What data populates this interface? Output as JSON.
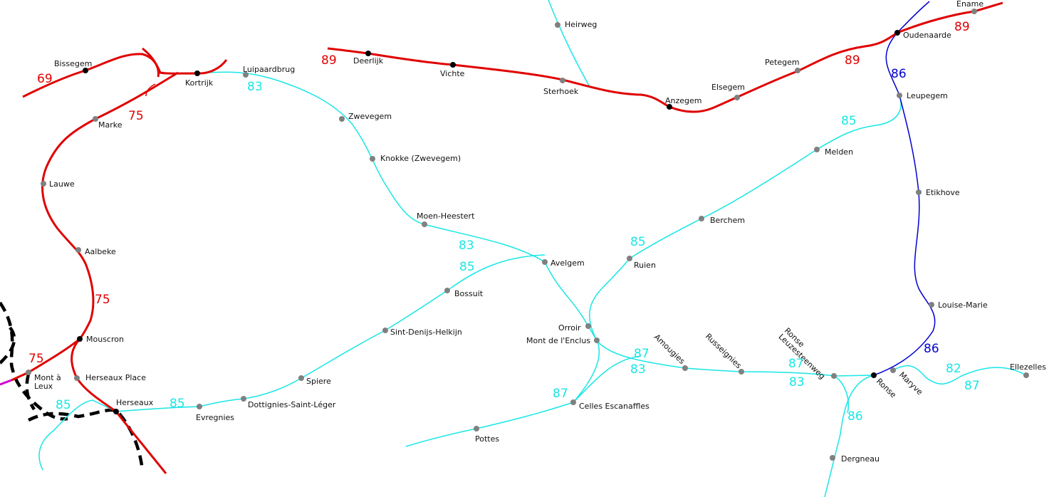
{
  "colors": {
    "red": "#e00000",
    "cyan": "#19e6e6",
    "blue": "#0000d0",
    "black": "#000000",
    "magenta": "#d000d0",
    "station_minor": "#808080",
    "station_major": "#000000"
  },
  "stations": [
    {
      "id": "bissegem",
      "name": "Bissegem"
    },
    {
      "id": "kortrijk",
      "name": "Kortrijk"
    },
    {
      "id": "luipaardbrug",
      "name": "Luipaardbrug"
    },
    {
      "id": "marke",
      "name": "Marke"
    },
    {
      "id": "lauwe",
      "name": "Lauwe"
    },
    {
      "id": "aalbeke",
      "name": "Aalbeke"
    },
    {
      "id": "mouscron",
      "name": "Mouscron"
    },
    {
      "id": "mont-a-leux",
      "name": "Mont à\nLeux"
    },
    {
      "id": "herseaux-place",
      "name": "Herseaux Place"
    },
    {
      "id": "herseaux",
      "name": "Herseaux"
    },
    {
      "id": "evregnies",
      "name": "Evregnies"
    },
    {
      "id": "dottignies",
      "name": "Dottignies-Saint-Léger"
    },
    {
      "id": "spiere",
      "name": "Spiere"
    },
    {
      "id": "sint-denijs",
      "name": "Sint-Denijs-Helkijn"
    },
    {
      "id": "bossuit",
      "name": "Bossuit"
    },
    {
      "id": "zwevegem",
      "name": "Zwevegem"
    },
    {
      "id": "knokke",
      "name": "Knokke (Zwevegem)"
    },
    {
      "id": "moen",
      "name": "Moen-Heestert"
    },
    {
      "id": "avelgem",
      "name": "Avelgem"
    },
    {
      "id": "orroir",
      "name": "Orroir"
    },
    {
      "id": "mont-enclus",
      "name": "Mont de l'Enclus"
    },
    {
      "id": "celles",
      "name": "Celles Escanaffles"
    },
    {
      "id": "pottes",
      "name": "Pottes"
    },
    {
      "id": "amougies",
      "name": "Amougies"
    },
    {
      "id": "russeignies",
      "name": "Russeignies"
    },
    {
      "id": "leuzesteenweg",
      "name": "Ronse\nLeuzesteenweg"
    },
    {
      "id": "ronse",
      "name": "Ronse"
    },
    {
      "id": "maryve",
      "name": "Maryve"
    },
    {
      "id": "ellezelles",
      "name": "Ellezelles"
    },
    {
      "id": "dergneau",
      "name": "Dergneau"
    },
    {
      "id": "ruien",
      "name": "Ruien"
    },
    {
      "id": "berchem",
      "name": "Berchem"
    },
    {
      "id": "melden",
      "name": "Melden"
    },
    {
      "id": "leupegem",
      "name": "Leupegem"
    },
    {
      "id": "etikhove",
      "name": "Etikhove"
    },
    {
      "id": "louise-marie",
      "name": "Louise-Marie"
    },
    {
      "id": "oudenaarde",
      "name": "Oudenaarde"
    },
    {
      "id": "ename",
      "name": "Ename"
    },
    {
      "id": "petegem",
      "name": "Petegem"
    },
    {
      "id": "elsegem",
      "name": "Elsegem"
    },
    {
      "id": "anzegem",
      "name": "Anzegem"
    },
    {
      "id": "sterhoek",
      "name": "Sterhoek"
    },
    {
      "id": "heirweg",
      "name": "Heirweg"
    },
    {
      "id": "vichte",
      "name": "Vichte"
    },
    {
      "id": "deerlijk",
      "name": "Deerlijk"
    }
  ],
  "line_labels": [
    {
      "id": "l69",
      "text": "69",
      "color": "#e00000"
    },
    {
      "id": "l75a",
      "text": "75",
      "color": "#e00000"
    },
    {
      "id": "l75b",
      "text": "75",
      "color": "#e00000"
    },
    {
      "id": "l75c",
      "text": "75",
      "color": "#e00000"
    },
    {
      "id": "l89a",
      "text": "89",
      "color": "#e00000"
    },
    {
      "id": "l89b",
      "text": "89",
      "color": "#e00000"
    },
    {
      "id": "l89c",
      "text": "89",
      "color": "#e00000"
    },
    {
      "id": "l83a",
      "text": "83",
      "color": "#19e6e6"
    },
    {
      "id": "l83b",
      "text": "83",
      "color": "#19e6e6"
    },
    {
      "id": "l83c",
      "text": "83",
      "color": "#19e6e6"
    },
    {
      "id": "l83d",
      "text": "83",
      "color": "#19e6e6"
    },
    {
      "id": "l85a",
      "text": "85",
      "color": "#19e6e6"
    },
    {
      "id": "l85b",
      "text": "85",
      "color": "#19e6e6"
    },
    {
      "id": "l85c",
      "text": "85",
      "color": "#19e6e6"
    },
    {
      "id": "l85d",
      "text": "85",
      "color": "#19e6e6"
    },
    {
      "id": "l85e",
      "text": "85",
      "color": "#19e6e6"
    },
    {
      "id": "l87a",
      "text": "87",
      "color": "#19e6e6"
    },
    {
      "id": "l87b",
      "text": "87",
      "color": "#19e6e6"
    },
    {
      "id": "l87c",
      "text": "87",
      "color": "#19e6e6"
    },
    {
      "id": "l87d",
      "text": "87",
      "color": "#19e6e6"
    },
    {
      "id": "l82",
      "text": "82",
      "color": "#19e6e6"
    },
    {
      "id": "l86a",
      "text": "86",
      "color": "#0000d0"
    },
    {
      "id": "l86b",
      "text": "86",
      "color": "#0000d0"
    },
    {
      "id": "l86c",
      "text": "86",
      "color": "#19e6e6"
    }
  ]
}
